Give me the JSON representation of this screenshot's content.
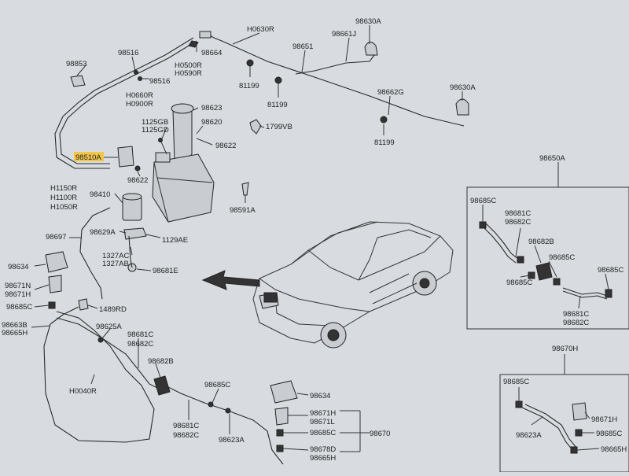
{
  "labels": {
    "l98853": "98853",
    "l98516a": "98516",
    "l98516b": "98516",
    "lH0500R": "H0500R",
    "lH0590R": "H0590R",
    "l98664": "98664",
    "lH0630R": "H0630R",
    "l98630A_top": "98630A",
    "l98661J": "98661J",
    "l98651": "98651",
    "l81199a": "81199",
    "l81199b": "81199",
    "l98662G": "98662G",
    "l98630A_right": "98630A",
    "l81199c": "81199",
    "lH0660R": "H0660R",
    "lH0900R": "H0900R",
    "l98623": "98623",
    "l1125GB": "1125GB",
    "l1125GD": "1125GD",
    "l98620": "98620",
    "l1799VB": "1799VB",
    "l98622a": "98622",
    "l98510A": "98510A",
    "l98622b": "98622",
    "lH1150R": "H1150R",
    "lH1100R": "H1100R",
    "lH1050R": "H1050R",
    "l98410": "98410",
    "l98591A": "98591A",
    "l98629A": "98629A",
    "l98697": "98697",
    "l1129AE": "1129AE",
    "l1327AC": "1327AC",
    "l1327AB": "1327AB",
    "l98681E": "98681E",
    "l98634a": "98634",
    "l98671N": "98671N",
    "l98671H": "98671H",
    "l98685C_left": "98685C",
    "l1489RD": "1489RD",
    "l98663B": "98663B",
    "l98665H": "98665H",
    "l98625A": "98625A",
    "l98681C_l": "98681C",
    "l98682C_l": "98682C",
    "l98682B_l": "98682B",
    "lH0040R": "H0040R",
    "l98685C_bot": "98685C",
    "l98681C_b": "98681C",
    "l98682C_b": "98682C",
    "l98623A_b": "98623A",
    "l98634b": "98634",
    "l98671H_b": "98671H",
    "l98671L_b": "98671L",
    "l98685C_b2": "98685C",
    "l98670": "98670",
    "l98678D": "98678D",
    "l98665H_b": "98665H",
    "l98650A": "98650A",
    "l98685C_p1": "98685C",
    "l98681C_p1": "98681C",
    "l98682C_p1": "98682C",
    "l98682B_p1": "98682B",
    "l98685C_p2": "98685C",
    "l98685C_p3": "98685C",
    "l98685C_p4": "98685C",
    "l98681C_p2": "98681C",
    "l98682C_p2": "98682C",
    "l98670H": "98670H",
    "l98685C_p5": "98685C",
    "l98671H_p": "98671H",
    "l98685C_p6": "98685C",
    "l98623A_p": "98623A",
    "l98665H_p": "98665H"
  },
  "colors": {
    "highlight": "#f2c64a",
    "background": "#d8dce0"
  }
}
